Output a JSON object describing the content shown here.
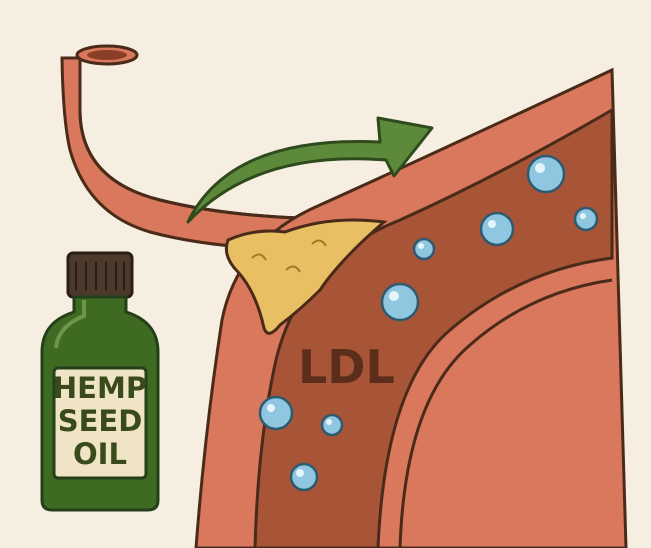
{
  "diagram": {
    "artery_label": "LDL",
    "bottle": {
      "label_lines": [
        "HEMP",
        "SEED",
        "OIL"
      ]
    },
    "colors": {
      "background": "#f6eee0",
      "artery_wall": "#d9785c",
      "artery_lumen": "#a85436",
      "outline": "#4a2a18",
      "plaque": "#e8c063",
      "arrow": "#5d8a3a",
      "bubble": "#8fc6e0",
      "bottle_glass": "#3f6a22",
      "bottle_cap": "#4b3a2c",
      "bottle_label": "#efe5c6"
    },
    "icons": {
      "arrow": "curved-arrow-icon",
      "bubble": "bubble-icon",
      "bottle": "oil-bottle-icon"
    }
  }
}
